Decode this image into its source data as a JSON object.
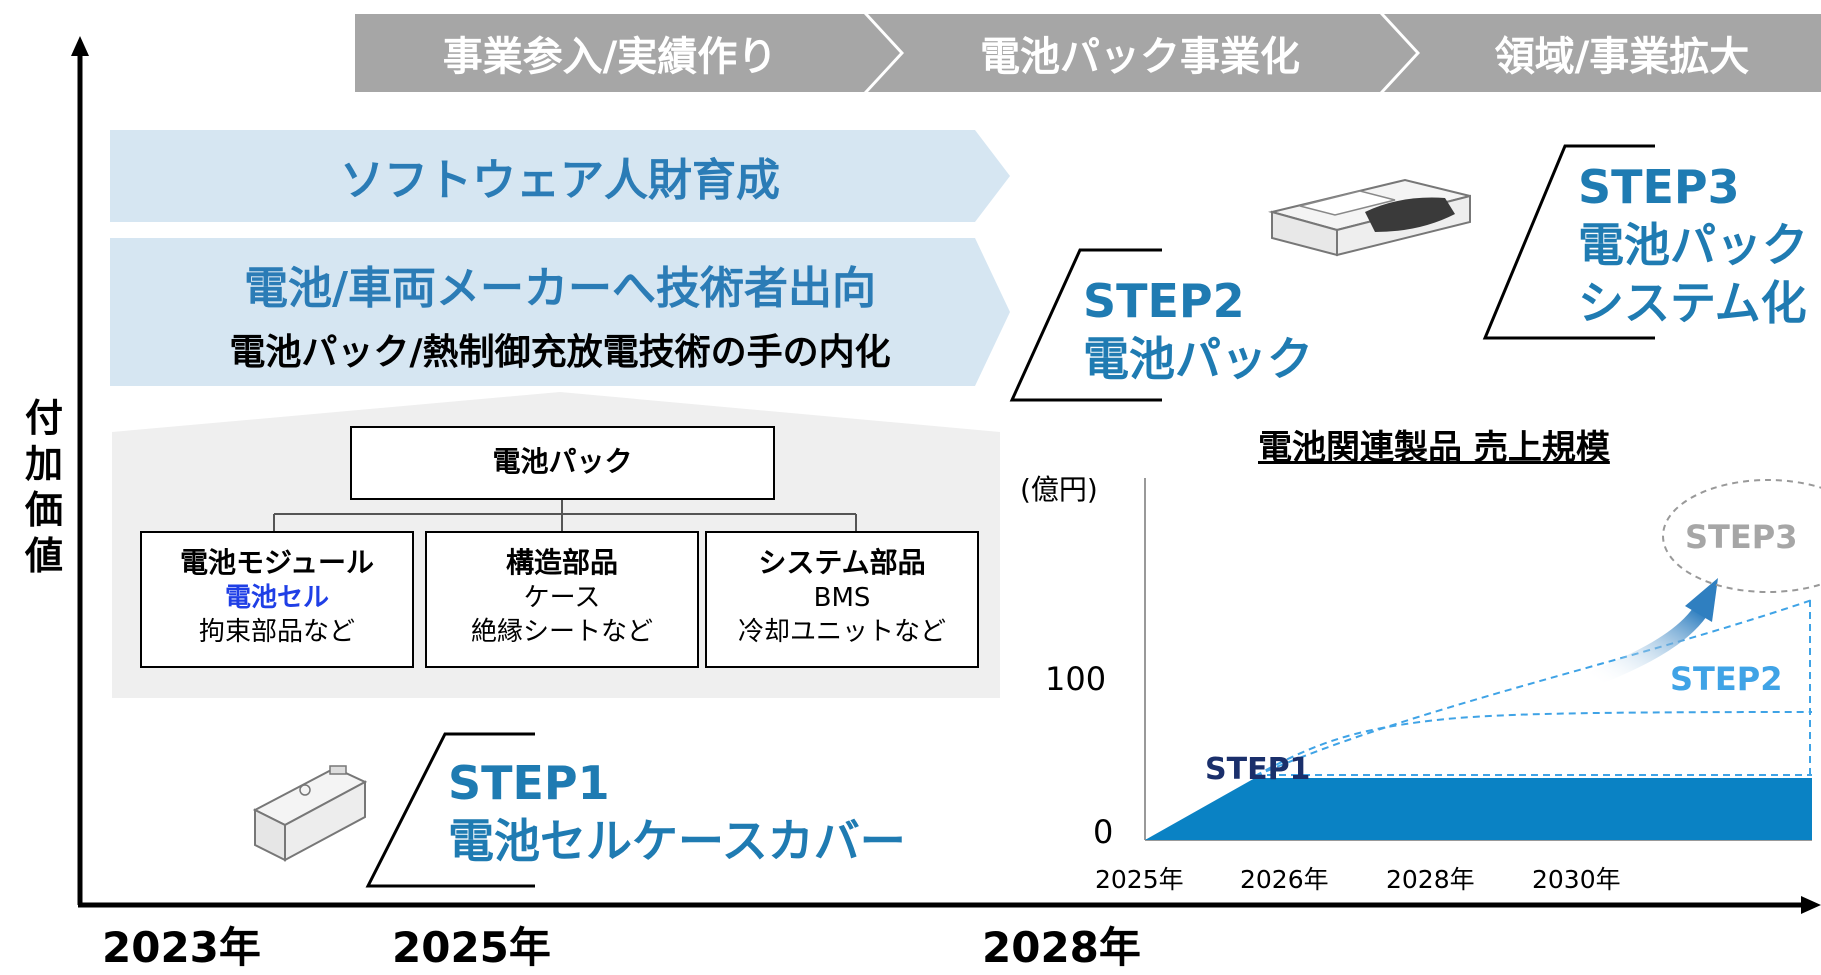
{
  "axis": {
    "y_label": "付加価値",
    "years": [
      "2023年",
      "2025年",
      "2028年"
    ]
  },
  "phases": [
    "事業参入/実績作り",
    "電池パック事業化",
    "領域/事業拡大"
  ],
  "bands": {
    "software": "ソフトウェア人財育成",
    "dispatch_title": "電池/車両メーカーへ技術者出向",
    "dispatch_sub": "電池パック/熱制御充放電技術の手の内化"
  },
  "pack_tree": {
    "root": "電池パック",
    "children": [
      {
        "title": "電池モジュール",
        "lines": [
          "電池セル",
          "拘束部品など"
        ],
        "highlight_color": "#1f3fe6"
      },
      {
        "title": "構造部品",
        "lines": [
          "ケース",
          "絶縁シートなど"
        ]
      },
      {
        "title": "システム部品",
        "lines": [
          "BMS",
          "冷却ユニットなど"
        ]
      }
    ]
  },
  "steps": {
    "step1": {
      "label": "STEP1",
      "desc": "電池セルケースカバー"
    },
    "step2": {
      "label": "STEP2",
      "desc": "電池パック"
    },
    "step3": {
      "label": "STEP3",
      "desc1": "電池パック",
      "desc2": "システム化"
    }
  },
  "chart_data": {
    "type": "area",
    "title": "電池関連製品 売上規模",
    "ylabel": "(億円)",
    "y_ticks": [
      "0",
      "100"
    ],
    "x_ticks": [
      "2025年",
      "2026年",
      "2028年",
      "2030年"
    ],
    "series_labels": [
      "STEP1",
      "STEP2",
      "STEP3"
    ],
    "colors": {
      "step1": "#0a82c4",
      "step2": "#3fa3e6",
      "step3": "#a6a6a6",
      "step1_label": "#1a2f6b"
    }
  },
  "colors": {
    "accent": "#1f7bb2",
    "band": "#d6e6f2",
    "phase": "#a6a6a6",
    "pack_bg": "#efefef"
  }
}
